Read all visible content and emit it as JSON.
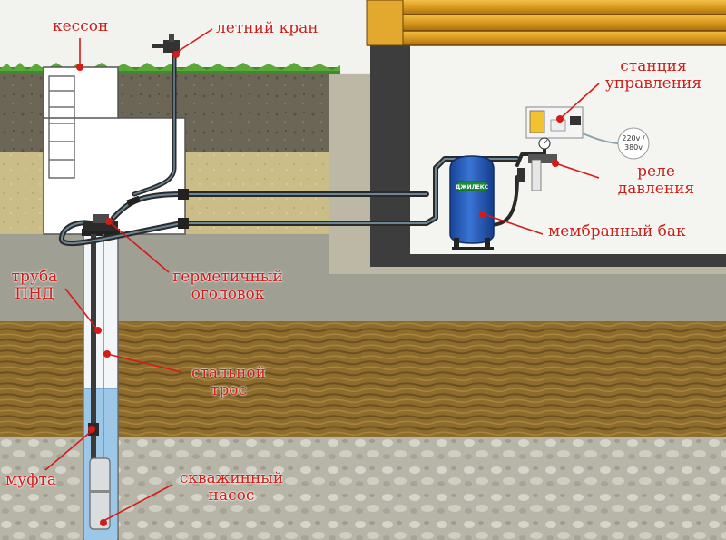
{
  "labels": {
    "caisson": "кессон",
    "summer_tap": "летний кран",
    "control_station_1": "станция",
    "control_station_2": "управления",
    "pressure_relay_1": "реле",
    "pressure_relay_2": "давления",
    "membrane_tank": "мембранный бак",
    "sealed_head_1": "герметичный",
    "sealed_head_2": "оголовок",
    "hdpe_pipe_1": "труба",
    "hdpe_pipe_2": "ПНД",
    "steel_cable_1": "стальной",
    "steel_cable_2": "трос",
    "coupling": "муфта",
    "well_pump_1": "скважинный",
    "well_pump_2": "насос"
  },
  "tank_brand": "ДЖИЛЕКС",
  "voltage_label_1": "220v /",
  "voltage_label_2": "380v",
  "colors": {
    "label_text": "#cc1f1a",
    "pointer_dot": "#d51b17",
    "tank": "#1f56b8",
    "soil_top": "#6a6658",
    "sand": "#c9bb86",
    "clay": "#8a6a2c",
    "gravel": "#b8b8aa",
    "water": "#9cc7e6",
    "grass": "#3f8a2c"
  }
}
